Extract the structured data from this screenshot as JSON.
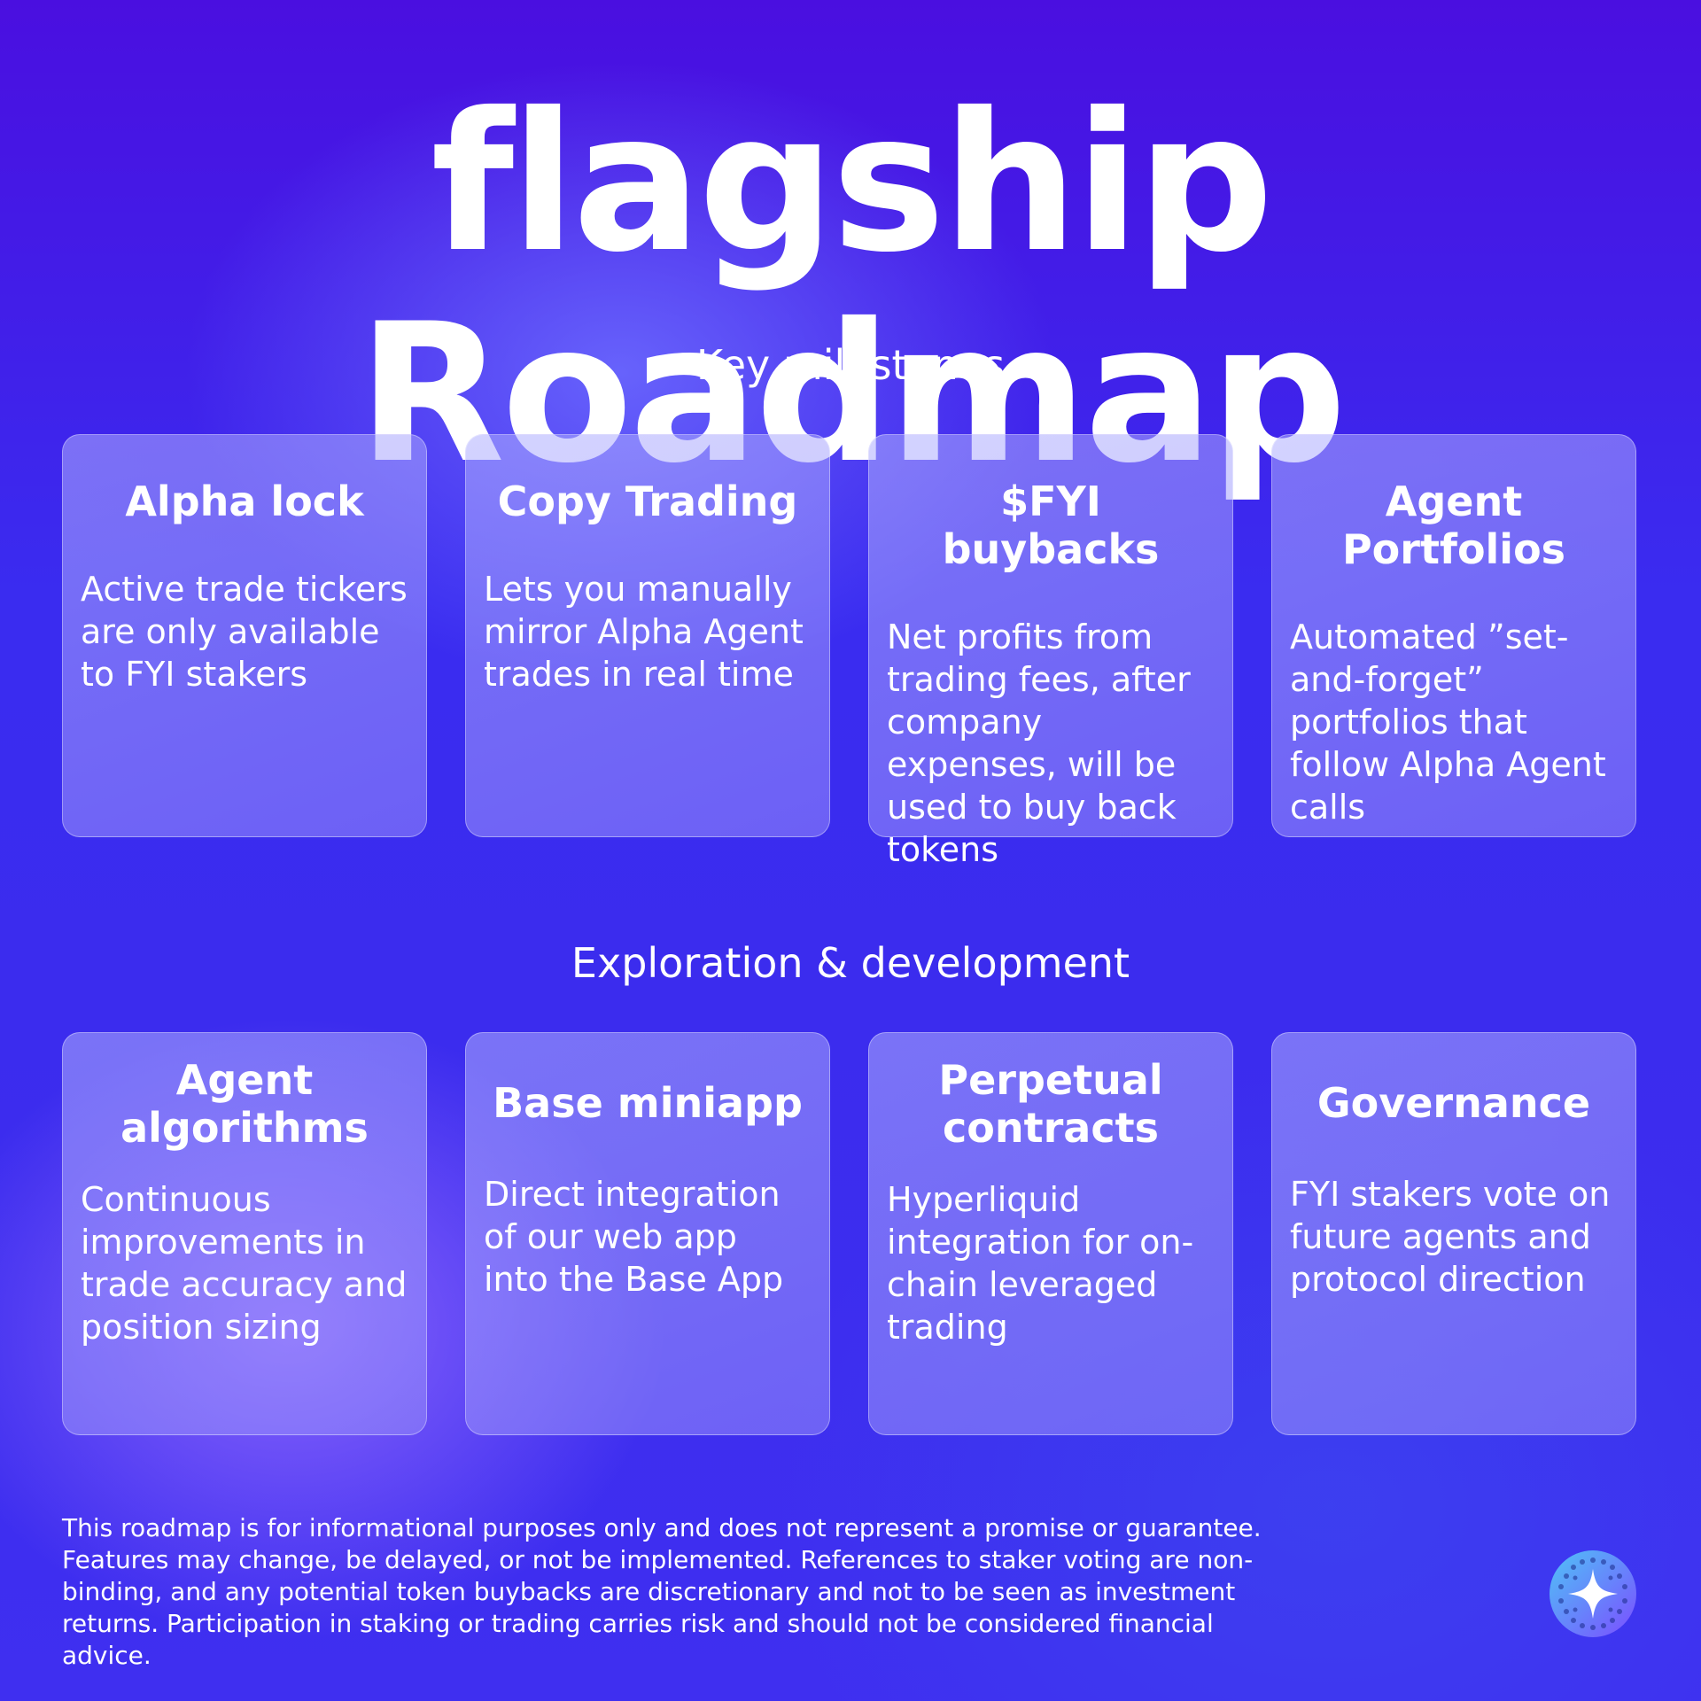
{
  "header": {
    "title": "flagship Roadmap"
  },
  "sections": [
    {
      "heading": "Key milestones",
      "cards": [
        {
          "title": "Alpha lock",
          "body": "Active trade tickers are only available to FYI stakers"
        },
        {
          "title": "Copy Trading",
          "body": "Lets you manually mirror Alpha Agent trades in real time"
        },
        {
          "title": "$FYI buybacks",
          "body": "Net profits from trading fees, after company expenses, will be used to buy back tokens"
        },
        {
          "title": "Agent Portfolios",
          "body": "Automated ”set-and-forget” portfolios that follow Alpha Agent calls"
        }
      ]
    },
    {
      "heading": "Exploration & development",
      "cards": [
        {
          "title": "Agent algorithms",
          "body": "Continuous improvements in trade accuracy and position sizing"
        },
        {
          "title": "Base miniapp",
          "body": "Direct integration of our web app into the Base App"
        },
        {
          "title": "Perpetual contracts",
          "body": "Hyperliquid integration for on-chain leveraged trading"
        },
        {
          "title": "Governance",
          "body": "FYI stakers vote on future agents and protocol direction"
        }
      ]
    }
  ],
  "disclaimer": "This roadmap is for informational purposes only and does not represent a promise or guarantee. Features may change, be delayed, or not be implemented. References to staker voting are non-binding, and any potential token buybacks are discretionary and not to be seen as investment returns. Participation in staking or trading carries risk and should not be considered financial advice.",
  "logo": {
    "icon": "sparkle-star-icon",
    "colors": [
      "#4fc3f7",
      "#7c4dff"
    ]
  }
}
